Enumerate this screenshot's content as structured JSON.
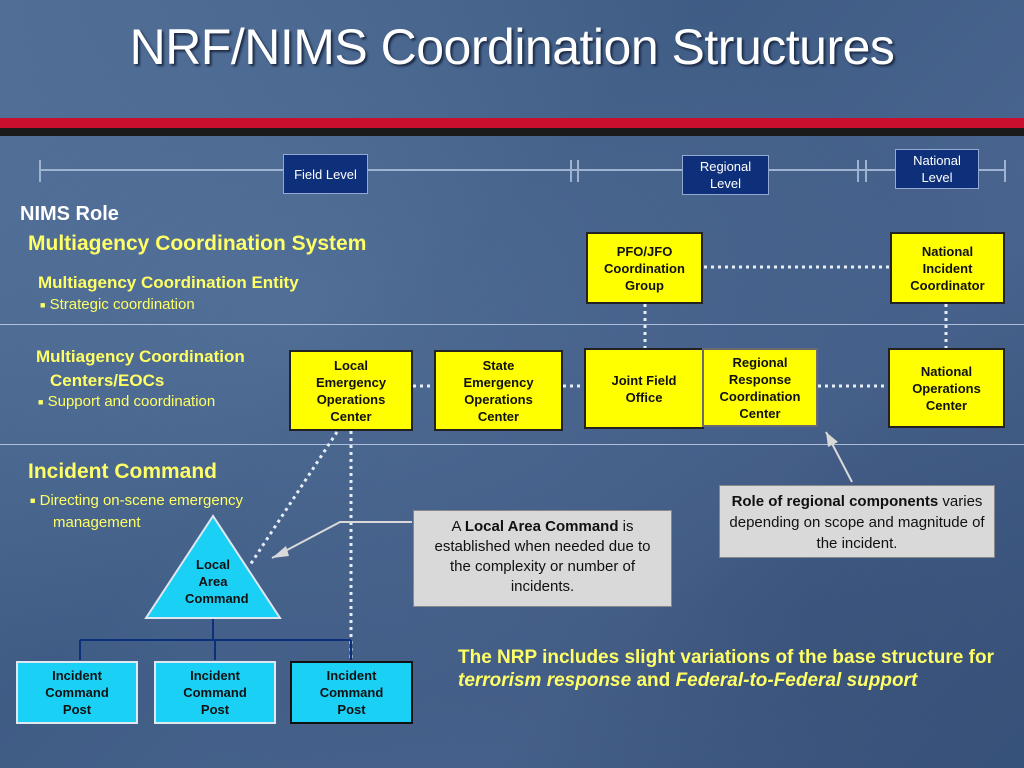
{
  "title": "NRF/NIMS Coordination Structures",
  "levels": {
    "field": "Field Level",
    "regional": "Regional Level",
    "national": "National Level"
  },
  "left": {
    "nims_role": "NIMS Role",
    "macs": "Multiagency Coordination System",
    "mac_entity": "Multiagency Coordination Entity",
    "mac_entity_bullet": "Strategic coordination",
    "mac_centers_line1": "Multiagency Coordination",
    "mac_centers_line2": "Centers/EOCs",
    "mac_centers_bullet": "Support and coordination",
    "incident_command": "Incident Command",
    "ic_bullet_line1": "Directing on-scene emergency",
    "ic_bullet_line2": "management"
  },
  "boxes": {
    "pfo": "PFO/JFO Coordination Group",
    "nic": "National Incident Coordinator",
    "leoc": "Local Emergency Operations Center",
    "seoc": "State Emergency Operations Center",
    "jfo": "Joint Field Office",
    "rrcc": "Regional Response Coordination Center",
    "noc": "National Operations Center",
    "lac": "Local Area Command",
    "icp1": "Incident Command Post",
    "icp2": "Incident Command Post",
    "icp3": "Incident Command Post"
  },
  "callouts": {
    "regional_bold": "Role of regional components",
    "regional_rest": "varies depending on scope and magnitude of the incident.",
    "lac_pre": "A",
    "lac_bold": "Local Area Command",
    "lac_rest": "is established when needed due to the complexity or number of incidents."
  },
  "note": {
    "part1": "The NRP includes slight variations of the base structure for",
    "part2": "terrorism response",
    "part3": "and",
    "part4": "Federal-to-Federal support"
  },
  "colors": {
    "accent_red": "#c8102e",
    "yellow_box": "#ffff00",
    "cyan_box": "#1ad0f5",
    "level_box": "#0e2f7a",
    "yellow_text": "#ffff66"
  }
}
